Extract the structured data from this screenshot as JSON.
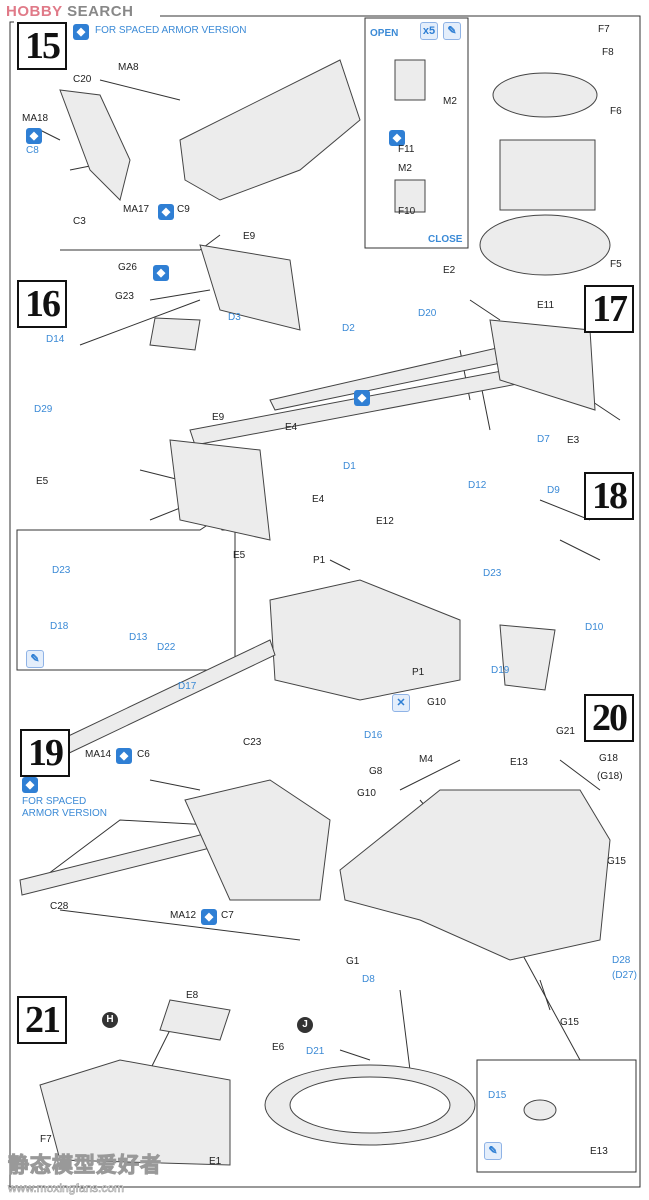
{
  "watermarks": {
    "top": "HOBBY",
    "top2": "SEARCH",
    "bottom_cn": "静态模型爱好者",
    "bottom_url": "www.moxingfans.com"
  },
  "steps": [
    "15",
    "16",
    "17",
    "18",
    "19",
    "20",
    "21"
  ],
  "notes": {
    "spaced_armor_top": "FOR SPACED ARMOR VERSION",
    "spaced_armor_19_line1": "FOR SPACED",
    "spaced_armor_19_line2": "ARMOR VERSION"
  },
  "markers": {
    "h": "H",
    "j": "J",
    "x5": "x5"
  },
  "labels": [
    {
      "t": "C20",
      "blue": false
    },
    {
      "t": "MA8",
      "blue": false
    },
    {
      "t": "MA18",
      "blue": false
    },
    {
      "t": "C8",
      "blue": true
    },
    {
      "t": "C3",
      "blue": false
    },
    {
      "t": "MA17",
      "blue": false
    },
    {
      "t": "C9",
      "blue": false
    },
    {
      "t": "F7",
      "blue": false
    },
    {
      "t": "F8",
      "blue": false
    },
    {
      "t": "F6",
      "blue": false
    },
    {
      "t": "F5",
      "blue": false
    },
    {
      "t": "OPEN",
      "blue": true,
      "bold": true
    },
    {
      "t": "M2",
      "blue": false
    },
    {
      "t": "F11",
      "blue": false
    },
    {
      "t": "M2",
      "blue": false
    },
    {
      "t": "F10",
      "blue": false
    },
    {
      "t": "CLOSE",
      "blue": true,
      "bold": true
    },
    {
      "t": "E9",
      "blue": false
    },
    {
      "t": "G26",
      "blue": false
    },
    {
      "t": "G23",
      "blue": false
    },
    {
      "t": "D14",
      "blue": true
    },
    {
      "t": "D3",
      "blue": true
    },
    {
      "t": "D29",
      "blue": true
    },
    {
      "t": "D2",
      "blue": true
    },
    {
      "t": "E2",
      "blue": false
    },
    {
      "t": "D20",
      "blue": true
    },
    {
      "t": "E11",
      "blue": false
    },
    {
      "t": "D1",
      "blue": true
    },
    {
      "t": "D7",
      "blue": true
    },
    {
      "t": "E3",
      "blue": false
    },
    {
      "t": "E9",
      "blue": false
    },
    {
      "t": "E4",
      "blue": false
    },
    {
      "t": "E5",
      "blue": false
    },
    {
      "t": "E4",
      "blue": false
    },
    {
      "t": "E5",
      "blue": false
    },
    {
      "t": "D12",
      "blue": true
    },
    {
      "t": "D9",
      "blue": true
    },
    {
      "t": "E12",
      "blue": false
    },
    {
      "t": "P1",
      "blue": false
    },
    {
      "t": "D23",
      "blue": true
    },
    {
      "t": "D10",
      "blue": true
    },
    {
      "t": "P1",
      "blue": false
    },
    {
      "t": "D19",
      "blue": true
    },
    {
      "t": "D23",
      "blue": true
    },
    {
      "t": "D18",
      "blue": true
    },
    {
      "t": "D13",
      "blue": true
    },
    {
      "t": "D22",
      "blue": true
    },
    {
      "t": "D17",
      "blue": true
    },
    {
      "t": "G10",
      "blue": false
    },
    {
      "t": "D16",
      "blue": true
    },
    {
      "t": "M4",
      "blue": false
    },
    {
      "t": "E13",
      "blue": false
    },
    {
      "t": "G21",
      "blue": false
    },
    {
      "t": "G18",
      "blue": false
    },
    {
      "t": "(G18)",
      "blue": false
    },
    {
      "t": "G8",
      "blue": false
    },
    {
      "t": "G10",
      "blue": false
    },
    {
      "t": "G15",
      "blue": false
    },
    {
      "t": "D28",
      "blue": true
    },
    {
      "t": "(D27)",
      "blue": true
    },
    {
      "t": "G15",
      "blue": false
    },
    {
      "t": "G1",
      "blue": false
    },
    {
      "t": "MA14",
      "blue": false
    },
    {
      "t": "C6",
      "blue": false
    },
    {
      "t": "C23",
      "blue": false
    },
    {
      "t": "MA12",
      "blue": false
    },
    {
      "t": "C7",
      "blue": false
    },
    {
      "t": "C28",
      "blue": false
    },
    {
      "t": "E8",
      "blue": false
    },
    {
      "t": "E6",
      "blue": false
    },
    {
      "t": "D8",
      "blue": true
    },
    {
      "t": "D21",
      "blue": true
    },
    {
      "t": "F7",
      "blue": false
    },
    {
      "t": "E1",
      "blue": false
    },
    {
      "t": "D15",
      "blue": true
    },
    {
      "t": "E13",
      "blue": false
    }
  ]
}
